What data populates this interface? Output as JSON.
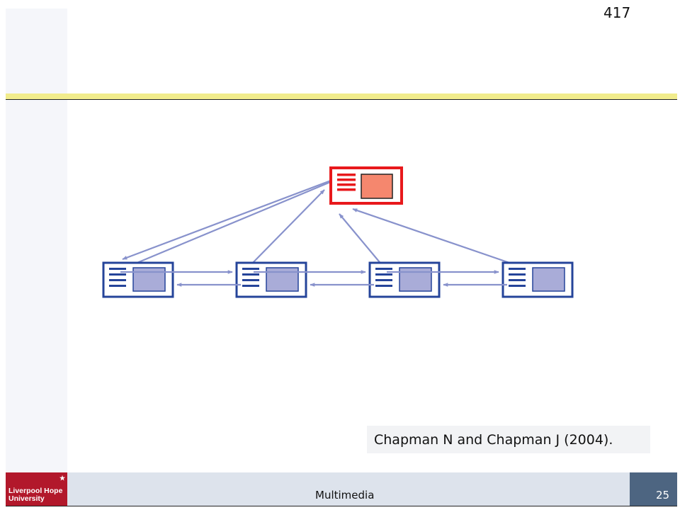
{
  "slide": {
    "number": "417"
  },
  "citation": {
    "text": "Chapman N and Chapman J (2004)."
  },
  "footer": {
    "logo_line1": "Liverpool Hope",
    "logo_line2": "University",
    "title": "Multimedia",
    "page": "25"
  },
  "colors": {
    "accent_band": "#f1ec8c",
    "index_page": "#e8191c",
    "content_page": "#25449a",
    "arrow": "#8892cc",
    "footer_bg": "#dde3ec",
    "page_box": "#4d6581",
    "logo_bg": "#b2182b"
  },
  "icons": {
    "logo_star": "star-icon"
  }
}
